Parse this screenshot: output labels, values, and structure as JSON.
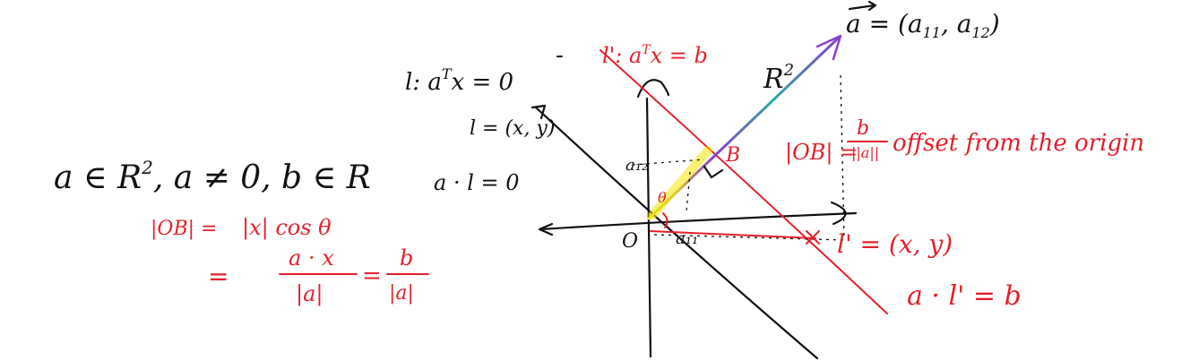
{
  "labels": {
    "line_l_pre": "l: a",
    "sup_T1": "T",
    "line_l_post": "x = 0",
    "line_lprime_pre": "l': a",
    "sup_T2": "T",
    "line_lprime_post": "x = b",
    "vector_a": "a = (a",
    "sub_11": "11",
    "vector_a_mid": ", a",
    "sub_12": "12",
    "vector_a_close": ")",
    "space_r2": "R",
    "sup_2": "2",
    "vec_l": "l = (x, y)",
    "dot_al": "a · l = 0",
    "domain_pre": "a ∈ R",
    "domain_sup": "2",
    "domain_post": ", a ≠ 0, b ∈ R",
    "ob_lhs": "|OB| =",
    "ob_rhs1": "|x| cos θ",
    "eq_sign": "=",
    "frac1_num": "a · x",
    "frac1_den": "|a|",
    "eq_sign2": "=",
    "frac2_num": "b",
    "frac2_den": "|a|",
    "ob_offset_lhs": "|OB| =",
    "ob_offset_num": "b",
    "ob_offset_den": "||a||",
    "offset_text": "offset from the origin",
    "origin_label": "O",
    "point_B": "B",
    "a1_label": "a₁₁",
    "a2_label": "a₁₂",
    "theta": "θ",
    "lprime_point": "l' = (x, y)",
    "dot_alprime": "a · l' = b"
  },
  "colors": {
    "ink": "#111111",
    "red": "#e3212b",
    "highlight_yellow": "#f2e600",
    "highlight_purple": "#8a3fcf",
    "gradient_teal": "#2aa9a0"
  }
}
